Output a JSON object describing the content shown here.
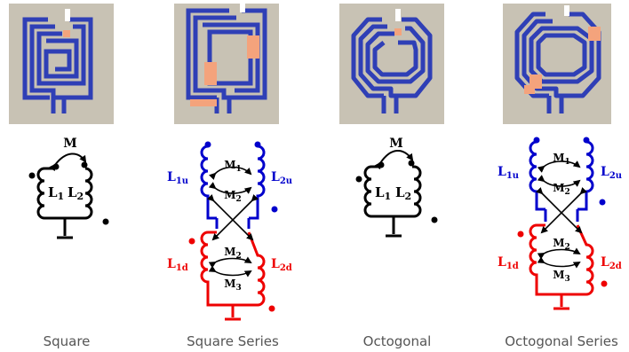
{
  "colors": {
    "photo_bg": "#c8c2b4",
    "trace": "#2f3fb6",
    "pad": "#f4a37c",
    "circuit_black": "#000000",
    "circuit_blue": "#0000cc",
    "circuit_red": "#ee0000",
    "caption": "#555555"
  },
  "panels": [
    {
      "caption": "Square",
      "circuit": {
        "mutual": "M",
        "inductor_left": "L",
        "inductor_left_sub": "1",
        "inductor_right": "L",
        "inductor_right_sub": "2"
      }
    },
    {
      "caption": "Square Series",
      "circuit": {
        "L1u": "L",
        "L1u_sub": "1u",
        "L2u": "L",
        "L2u_sub": "2u",
        "L1d": "L",
        "L1d_sub": "1d",
        "L2d": "L",
        "L2d_sub": "2d",
        "M1": "M",
        "M1_sub": "1",
        "M2a": "M",
        "M2a_sub": "2",
        "M2b": "M",
        "M2b_sub": "2",
        "M3": "M",
        "M3_sub": "3"
      }
    },
    {
      "caption": "Octogonal",
      "circuit": {
        "mutual": "M",
        "inductor_left": "L",
        "inductor_left_sub": "1",
        "inductor_right": "L",
        "inductor_right_sub": "2"
      }
    },
    {
      "caption": "Octogonal Series",
      "circuit": {
        "L1u": "L",
        "L1u_sub": "1u",
        "L2u": "L",
        "L2u_sub": "2u",
        "L1d": "L",
        "L1d_sub": "1d",
        "L2d": "L",
        "L2d_sub": "2d",
        "M1": "M",
        "M1_sub": "1",
        "M2a": "M",
        "M2a_sub": "2",
        "M2b": "M",
        "M2b_sub": "2",
        "M3": "M",
        "M3_sub": "3"
      }
    }
  ]
}
